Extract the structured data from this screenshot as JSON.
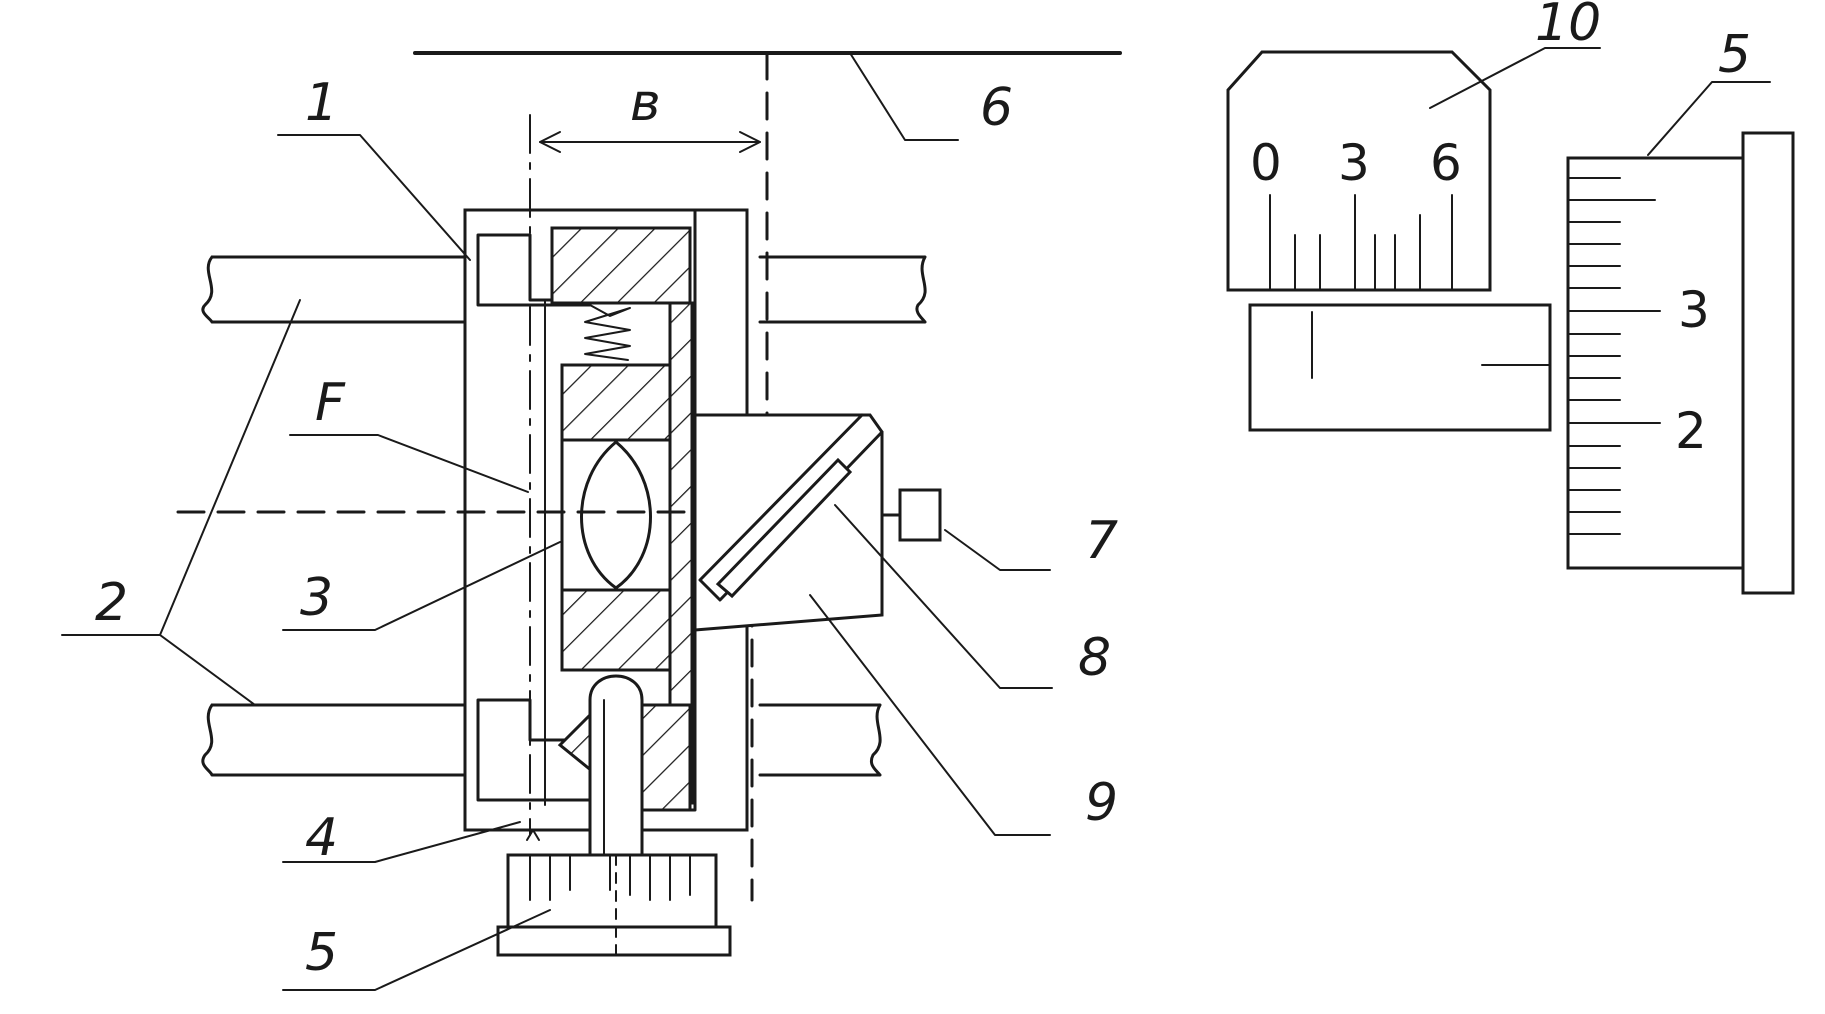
{
  "labels": {
    "guide_rod": "1",
    "rail": "2",
    "lens": "3",
    "index_mark": "4",
    "micrometer_screw": "5",
    "object_line": "6",
    "knob": "7",
    "mirror": "8",
    "prism_housing": "9",
    "vernier": "10",
    "drum_scale": "5",
    "focal_line": "F",
    "distance": "в"
  },
  "vernier_scale": {
    "numbers": [
      "0",
      "3",
      "6"
    ]
  },
  "drum_scale_marks": {
    "upper": "3",
    "lower": "2"
  }
}
